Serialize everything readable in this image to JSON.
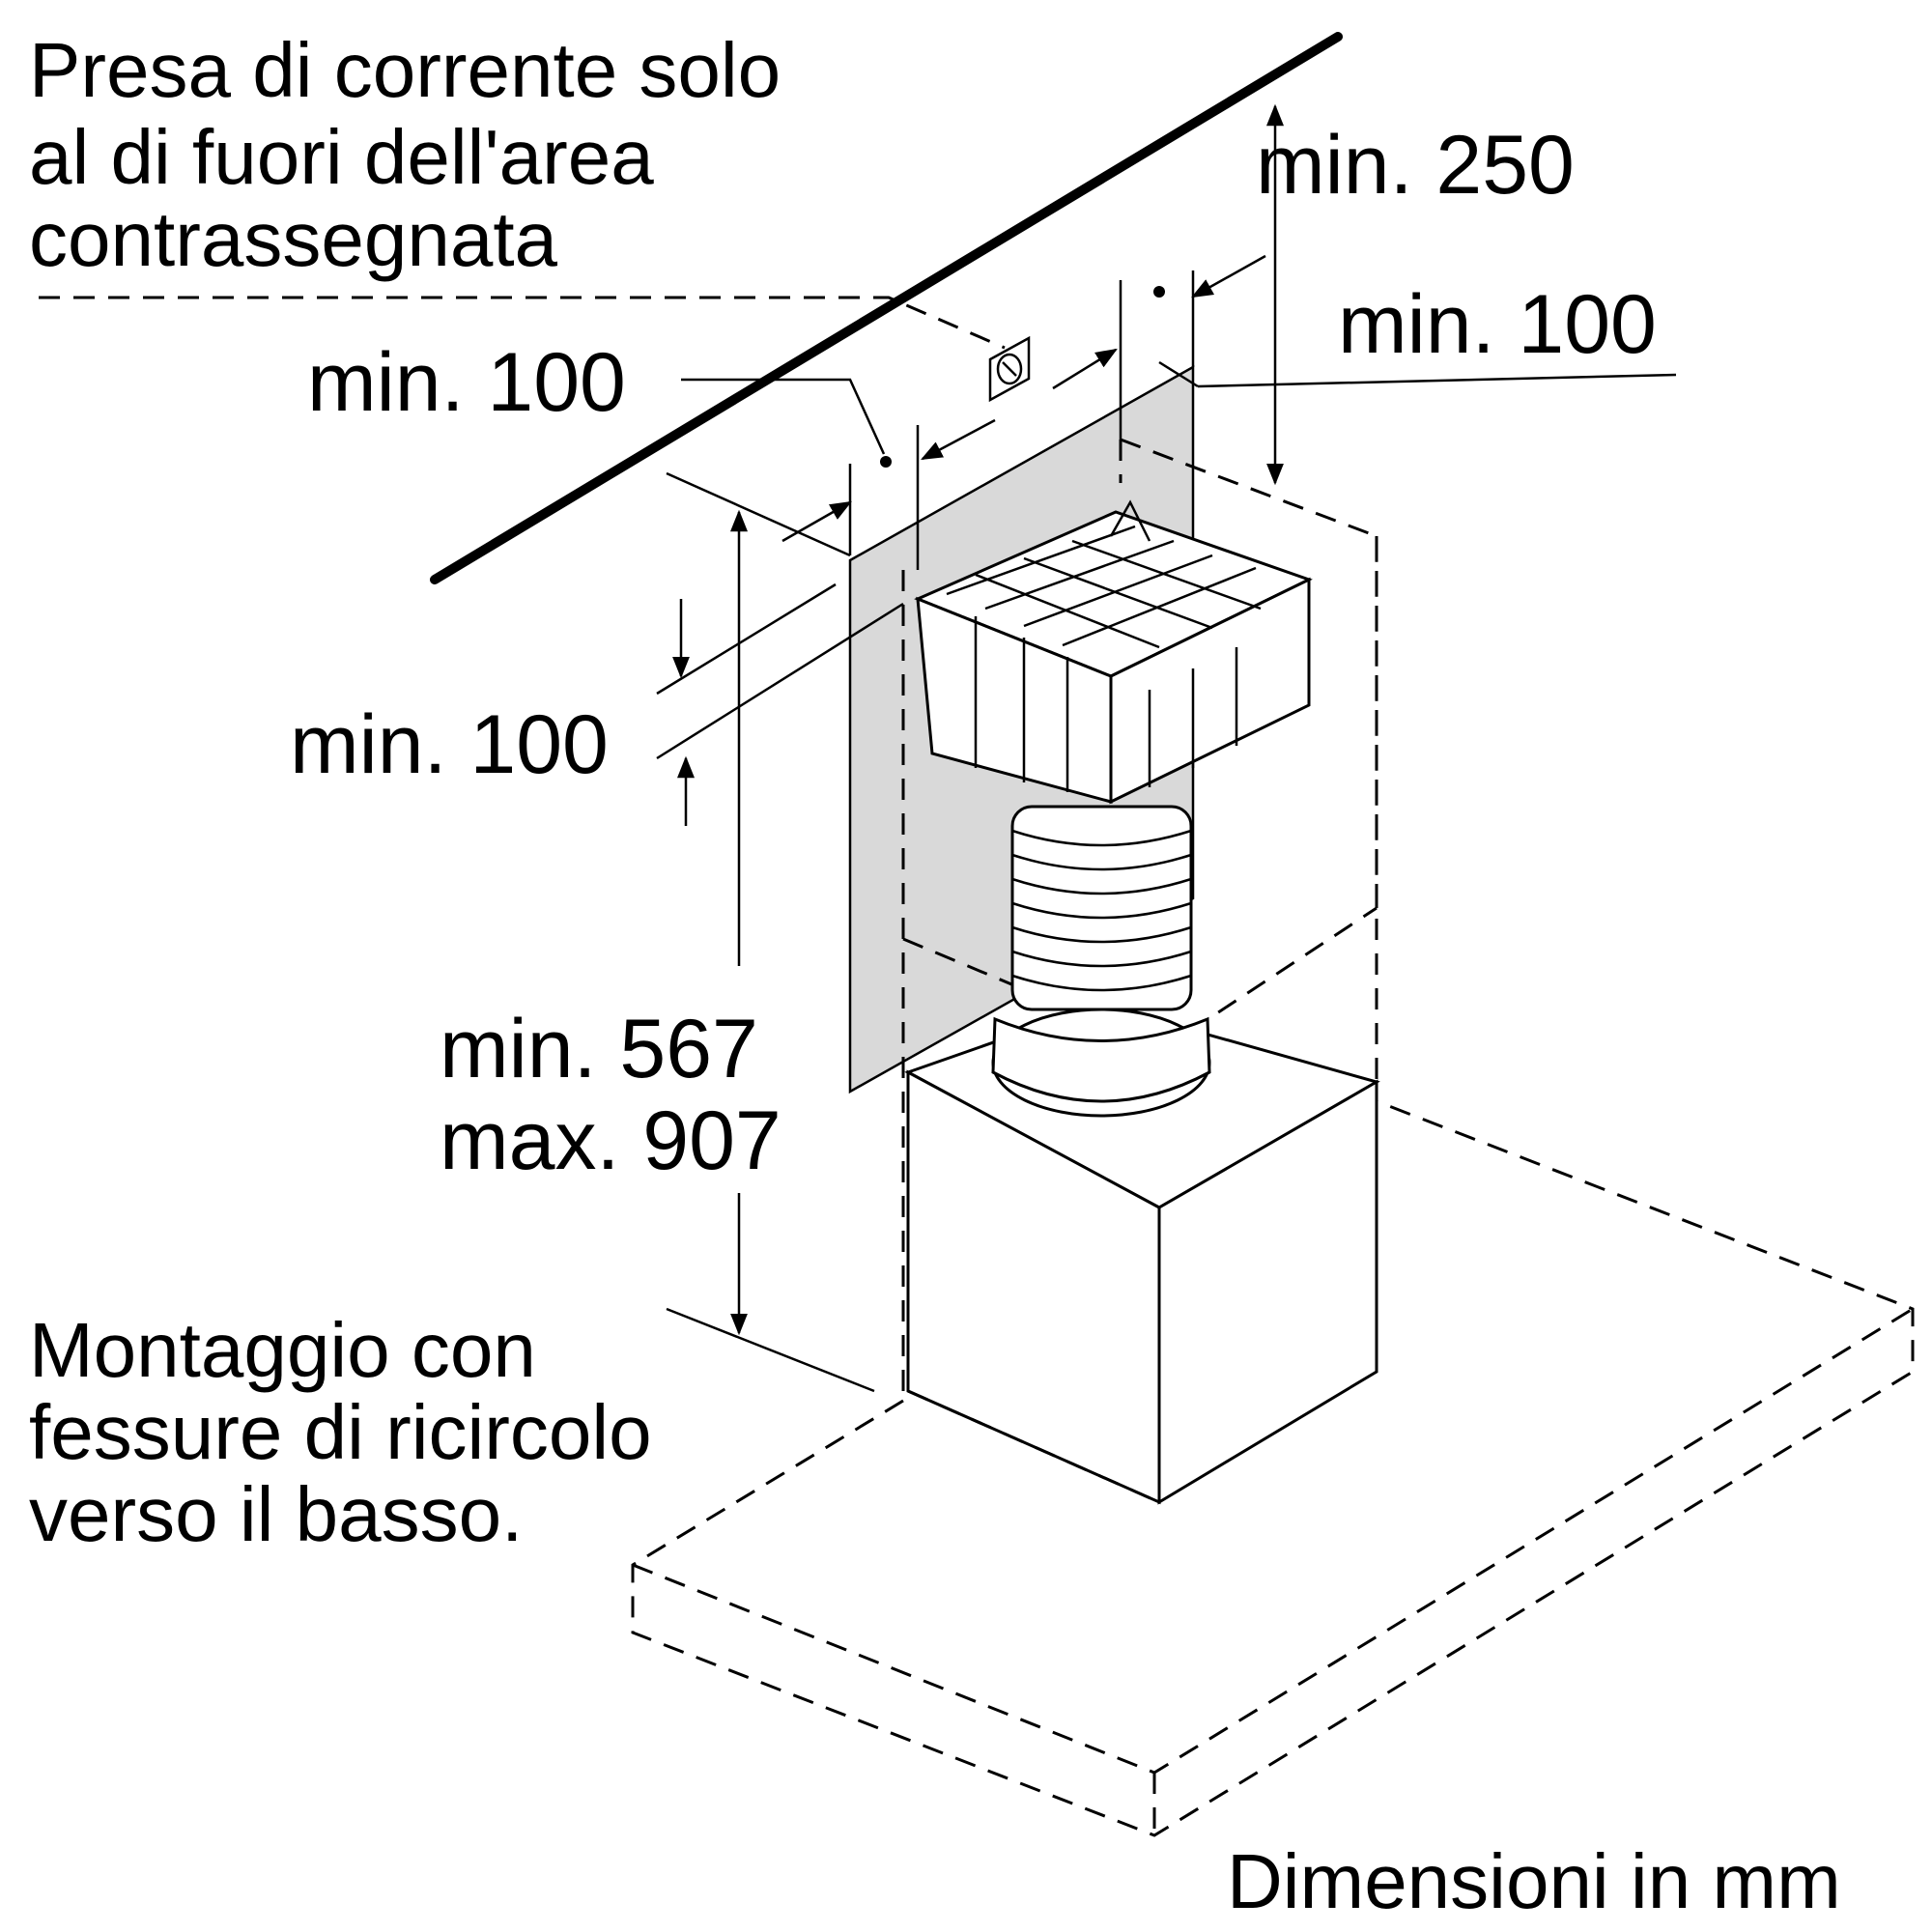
{
  "labels": {
    "socket_note": [
      "Presa di corrente solo",
      "al di fuori dell'area",
      "contrassegnata"
    ],
    "ceiling_min": "min. 250",
    "right_min": "min. 100",
    "left_min": "min. 100",
    "vertical_min": "min. 100",
    "height_range": [
      "min. 567",
      "max. 907"
    ],
    "mounting_note": [
      "Montaggio con",
      "fessure di ricircolo",
      "verso il basso."
    ],
    "units_note": "Dimensioni in mm"
  },
  "colors": {
    "line": "#000000",
    "shaded_area": "#d9d9d9",
    "background": "#ffffff"
  }
}
